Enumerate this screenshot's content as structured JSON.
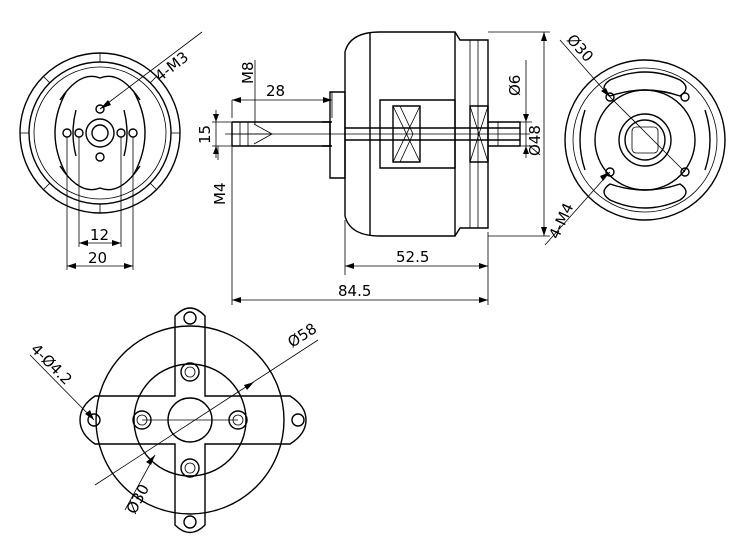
{
  "dimensions": {
    "front_holes": "4-M3",
    "shaft_thread": "M8",
    "shaft_length": "28",
    "mount_spacing_v": "15",
    "shaft_m4": "M4",
    "hole_spacing_12": "12",
    "hole_spacing_20": "20",
    "body_length": "52.5",
    "overall_length": "84.5",
    "shaft_dia": "Ø6",
    "body_dia": "Ø48",
    "rear_pcd": "Ø30",
    "rear_holes": "4-M4",
    "mount_outer_dia": "Ø58",
    "mount_holes": "4-Ø4.2",
    "mount_pcd": "Ø30"
  }
}
